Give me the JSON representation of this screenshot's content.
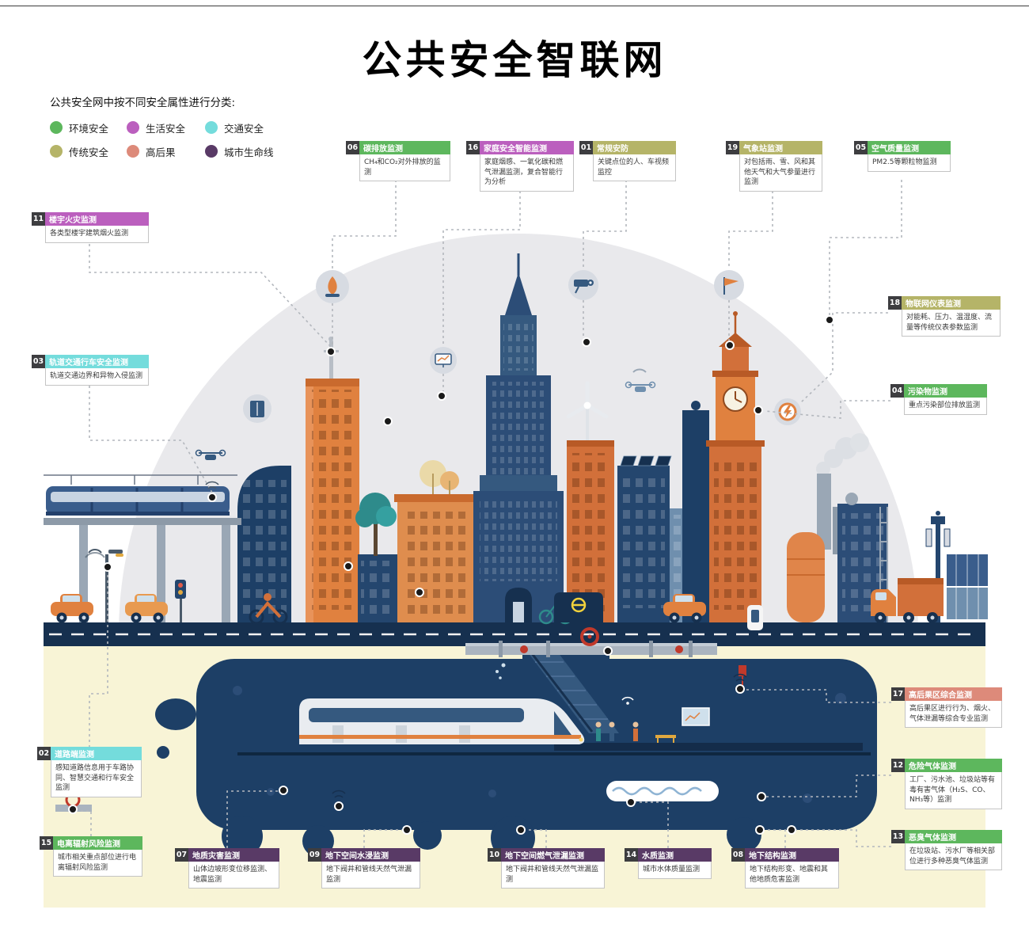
{
  "page": {
    "title": "公共安全智联网",
    "subtitle": "公共安全网中按不同安全属性进行分类:"
  },
  "palette": {
    "green": "#5db75d",
    "magenta": "#bb5fbe",
    "cyan": "#74dcdc",
    "olive": "#b5b468",
    "salmon": "#dd8a7a",
    "dark_purple": "#593a66",
    "navy": "#1d3f66",
    "orange": "#e0813f",
    "underground_yellow": "#f8f4d6"
  },
  "legend": [
    {
      "label": "环境安全",
      "color": "#5db75d"
    },
    {
      "label": "生活安全",
      "color": "#bb5fbe"
    },
    {
      "label": "交通安全",
      "color": "#74dcdc"
    },
    {
      "label": "传统安全",
      "color": "#b5b468"
    },
    {
      "label": "高后果",
      "color": "#dd8a7a"
    },
    {
      "label": "城市生命线",
      "color": "#593a66"
    }
  ],
  "callouts": [
    {
      "num": "06",
      "title": "碳排放监测",
      "body": "CH₄和CO₂对外排放的监测",
      "color": "#5db75d"
    },
    {
      "num": "16",
      "title": "家庭安全智能监测",
      "body": "家庭烟感、一氧化碳和燃气泄漏监测，复合智能行为分析",
      "color": "#bb5fbe"
    },
    {
      "num": "01",
      "title": "常规安防",
      "body": "关键点位的人、车视频监控",
      "color": "#b5b468"
    },
    {
      "num": "19",
      "title": "气象站监测",
      "body": "对包括雨、雪、风和其他天气和大气参量进行监测",
      "color": "#b5b468"
    },
    {
      "num": "05",
      "title": "空气质量监测",
      "body": "PM2.5等颗粒物监测",
      "color": "#5db75d"
    },
    {
      "num": "11",
      "title": "楼宇火灾监测",
      "body": "各类型楼宇建筑烟火监测",
      "color": "#bb5fbe"
    },
    {
      "num": "03",
      "title": "轨道交通行车安全监测",
      "body": "轨道交通边界和异物入侵监测",
      "color": "#74dcdc"
    },
    {
      "num": "18",
      "title": "物联网仪表监测",
      "body": "对能耗、压力、温湿度、流量等传统仪表参数监测",
      "color": "#b5b468"
    },
    {
      "num": "04",
      "title": "污染物监测",
      "body": "重点污染部位排放监测",
      "color": "#5db75d"
    },
    {
      "num": "17",
      "title": "高后果区综合监测",
      "body": "高后果区进行行为、烟火、气体泄漏等综合专业监测",
      "color": "#dd8a7a"
    },
    {
      "num": "12",
      "title": "危险气体监测",
      "body": "工厂、污水池、垃圾站等有毒有害气体（H₂S、CO、NH₃等）监测",
      "color": "#5db75d"
    },
    {
      "num": "13",
      "title": "恶臭气体监测",
      "body": "在垃圾站、污水厂等相关部位进行多种恶臭气体监测",
      "color": "#5db75d"
    },
    {
      "num": "02",
      "title": "道路端监测",
      "body": "感知道路信息用于车路协同、智慧交通和行车安全监测",
      "color": "#74dcdc"
    },
    {
      "num": "15",
      "title": "电离辐射风险监测",
      "body": "城市相关重点部位进行电离辐射风险监测",
      "color": "#5db75d"
    },
    {
      "num": "07",
      "title": "地质灾害监测",
      "body": "山体边坡形变位移监测、地震监测",
      "color": "#593a66"
    },
    {
      "num": "09",
      "title": "地下空间水浸监测",
      "body": "地下阀井和管线天然气泄漏监测",
      "color": "#593a66"
    },
    {
      "num": "10",
      "title": "地下空间燃气泄漏监测",
      "body": "地下阀井和管线天然气泄漏监测",
      "color": "#593a66"
    },
    {
      "num": "14",
      "title": "水质监测",
      "body": "城市水体质量监测",
      "color": "#593a66"
    },
    {
      "num": "08",
      "title": "地下结构监测",
      "body": "地下结构形变、地震和其他地质危害监测",
      "color": "#593a66"
    }
  ],
  "icons": {
    "flame": "flame-icon",
    "monitor": "monitor-icon",
    "cctv": "cctv-camera-icon",
    "windsock": "windsock-icon",
    "elevator": "elevator-icon",
    "power-gauge": "power-gauge-icon",
    "drone": "drone-icon",
    "wifi": "wifi-signal-icon",
    "sensor": "sensor-dot-icon",
    "valve": "pipe-valve-icon"
  }
}
